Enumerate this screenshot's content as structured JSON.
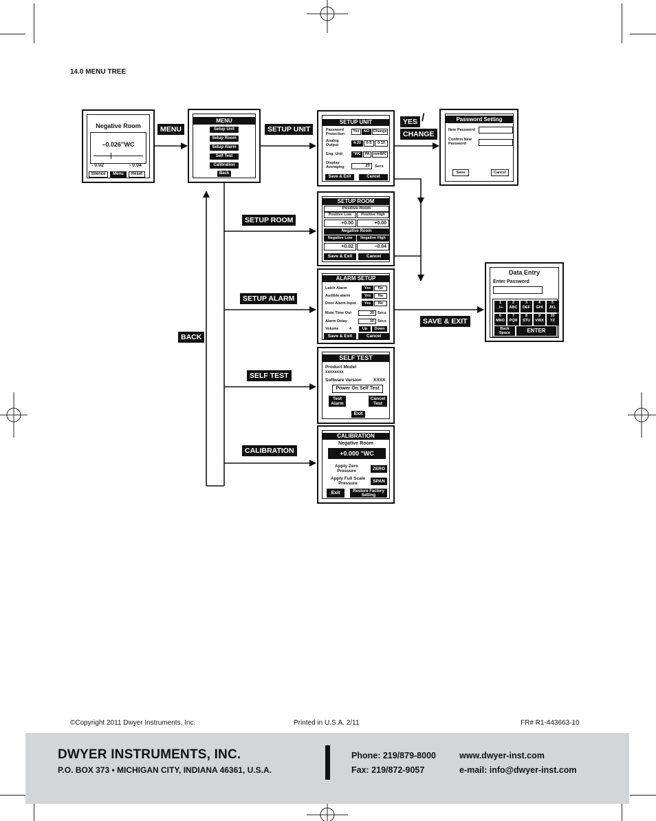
{
  "section_title": "14.0 MENU TREE",
  "labels": {
    "menu": "MENU",
    "setup_unit": "SETUP UNIT",
    "yes": "YES",
    "slash": "/",
    "change": "CHANGE",
    "setup_room": "SETUP ROOM",
    "setup_alarm": "SETUP ALARM",
    "save_exit": "SAVE & EXIT",
    "back": "BACK",
    "self_test": "SELF TEST",
    "calibration": "CALIBRATION"
  },
  "negative_room_screen": {
    "title": "Negative Room",
    "value": "–0.026”WC",
    "low": "- 0.02",
    "high": "- 0.04",
    "buttons": [
      "Silence",
      "Menu",
      "Reset"
    ]
  },
  "menu_screen": {
    "title": "MENU",
    "items": [
      "Setup Unit",
      "Setup Room",
      "Setup Alarm",
      "Self Test",
      "Calibration",
      "Back"
    ]
  },
  "setup_unit_screen": {
    "title": "SETUP UNIT",
    "password_label": "Password Protection",
    "password_options": [
      "Yes",
      "NO",
      "Change"
    ],
    "analog_label": "Analog Output",
    "analog_options": [
      "4-20",
      "0-5",
      "0-10"
    ],
    "eng_label": "Eng. Unit",
    "eng_options": [
      "\"WC",
      "PA",
      "mmWC"
    ],
    "display_label": "Display Averaging",
    "display_value": "20",
    "display_unit": "Secs",
    "save": "Save & Exit",
    "cancel": "Cancel"
  },
  "password_screen": {
    "title": "Password Setting",
    "new_password": "New Password",
    "confirm": "Confirm New Password",
    "save": "Save",
    "cancel": "Cancel"
  },
  "setup_room_screen": {
    "title": "SETUP ROOM",
    "positive_room": "Positive Room",
    "positive_low": "Positive Low",
    "positive_high": "Positive High",
    "pos_low_value": "+0.00",
    "pos_high_value": "+0.00",
    "negative_room": "Negative Room",
    "negative_low": "Negative Low",
    "negative_high": "Negative High",
    "neg_low_value": "+0.02",
    "neg_high_value": "–0.04",
    "save": "Save & Exit",
    "cancel": "Cancel"
  },
  "alarm_setup_screen": {
    "title": "ALARM SETUP",
    "latch": "Latch Alarm",
    "audible": "Audible alarm",
    "door": "Door Alarm Input",
    "yes": "Yes",
    "no": "No",
    "mute": "Mute Time Out",
    "mute_value": "30",
    "delay": "Alarm Delay",
    "delay_value": "10",
    "secs": "Secs",
    "volume": "Volume",
    "volume_value": "4",
    "up": "Up",
    "down": "Down",
    "save": "Save & Exit",
    "cancel": "Cancel"
  },
  "data_entry_screen": {
    "title": "Data Entry",
    "enter_password": "Enter Password",
    "keys": [
      {
        "n": "1",
        "s": "_/+-"
      },
      {
        "n": "2",
        "s": "ABC"
      },
      {
        "n": "3",
        "s": "DEF"
      },
      {
        "n": "4",
        "s": "GHI"
      },
      {
        "n": "5",
        "s": "JKL"
      },
      {
        "n": "6",
        "s": "MNO"
      },
      {
        "n": "7",
        "s": "PQR"
      },
      {
        "n": "8",
        "s": "STU"
      },
      {
        "n": "9",
        "s": "VWX"
      },
      {
        "n": "10",
        "s": "YZ"
      }
    ],
    "back_space": "Back Space",
    "enter": "ENTER"
  },
  "self_test_screen": {
    "title": "SELF TEST",
    "product_model": "Product Model",
    "model_value": "xxxxxxxx",
    "software_version": "Software Version",
    "version_value": "XXXX",
    "power_on": "Power On Self Test",
    "test_alarm": "Test Alarm",
    "cancel_test": "Cancel Test",
    "exit": "Exit"
  },
  "calibration_screen": {
    "title": "CALIBRATION",
    "subtitle": "Negative Room",
    "value": "+0.000  \"WC",
    "apply_zero": "Apply Zero Pressure",
    "zero": "ZERO",
    "apply_span": "Apply Full Scale Pressure",
    "span": "SPAN",
    "exit": "Exit",
    "restore": "Restore Factory Setting"
  },
  "footer": {
    "copyright": "©Copyright 2011 Dwyer Instruments, Inc.",
    "printed": "Printed in U.S.A. 2/11",
    "fr": "FR# R1-443663-10",
    "company": "DWYER INSTRUMENTS, INC.",
    "address": "P.O. BOX 373 • MICHIGAN CITY, INDIANA 46361, U.S.A.",
    "phone": "Phone: 219/879-8000",
    "fax": "Fax: 219/872-9057",
    "web": "www.dwyer-inst.com",
    "email": "e-mail: info@dwyer-inst.com"
  }
}
